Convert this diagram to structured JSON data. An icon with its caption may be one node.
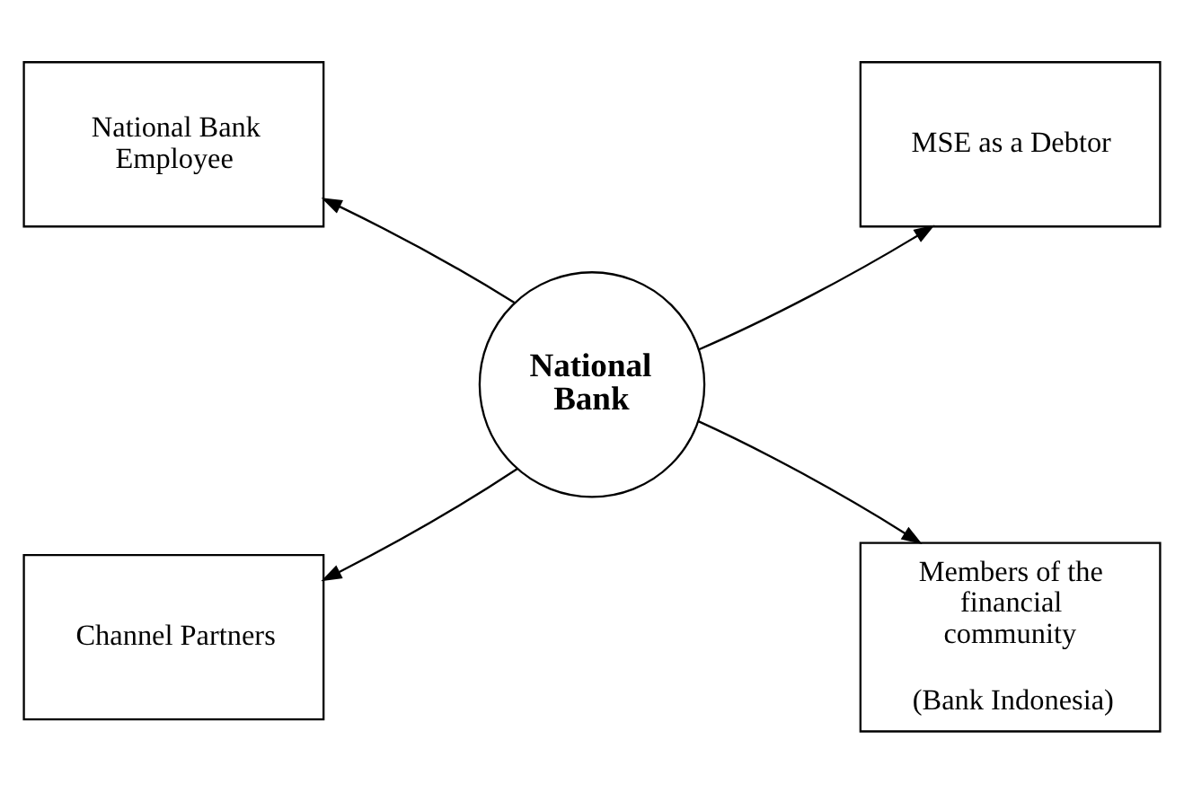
{
  "diagram": {
    "nodes": [
      {
        "text": [
          "National Bank"
        ]
      },
      {
        "text": [
          "National Bank Employee"
        ]
      },
      {
        "text": [
          "MSE as a Debtor"
        ]
      },
      {
        "text": [
          "Channel Partners"
        ]
      },
      {
        "text": [
          "Members of the financial community",
          "(Bank Indonesia)"
        ]
      }
    ],
    "edges": [
      {
        "from": 0,
        "to": 1,
        "arrow": "to"
      },
      {
        "from": 0,
        "to": 2,
        "arrow": "to"
      },
      {
        "from": 0,
        "to": 3,
        "arrow": "to"
      },
      {
        "from": 0,
        "to": 4,
        "arrow": "to"
      }
    ]
  }
}
